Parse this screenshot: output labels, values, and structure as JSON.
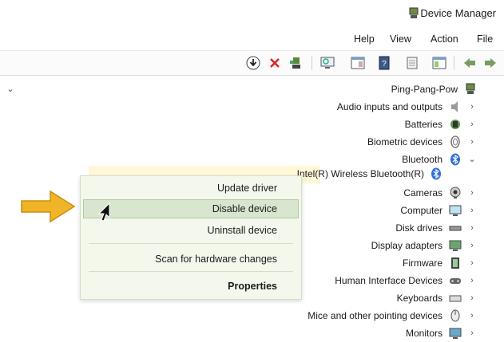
{
  "window": {
    "title": "Device Manager"
  },
  "menu": [
    "File",
    "Action",
    "View",
    "Help"
  ],
  "tree": {
    "root": "Ping-Pang-Pow",
    "items": [
      "Audio inputs and outputs",
      "Batteries",
      "Biometric devices",
      "Bluetooth",
      "Intel(R) Wireless Bluetooth(R)",
      "Cameras",
      "Computer",
      "Disk drives",
      "Display adapters",
      "Firmware",
      "Human Interface Devices",
      "Keyboards",
      "Mice and other pointing devices",
      "Monitors"
    ]
  },
  "context_menu": {
    "items": [
      "Update driver",
      "Disable device",
      "Uninstall device",
      "Scan for hardware changes",
      "Properties"
    ],
    "selected": "Disable device"
  },
  "colors": {
    "accent_arrow": "#f0b429",
    "selection": "#d9e6cf",
    "bluetooth": "#2f6fd6"
  },
  "icons": {
    "toolbar": [
      "back-arrow-icon",
      "forward-arrow-icon",
      "properties-icon",
      "update-driver-icon",
      "help-icon",
      "show-hidden-icon",
      "scan-hardware-icon",
      "add-driver-icon",
      "uninstall-icon",
      "download-icon"
    ]
  }
}
